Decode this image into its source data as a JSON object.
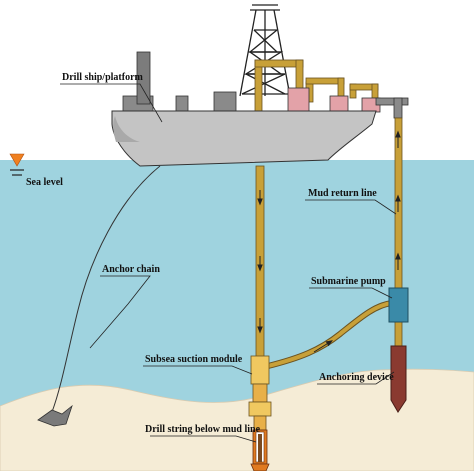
{
  "labels": {
    "drill_ship": "Drill ship/platform",
    "sea_level": "Sea level",
    "mud_return_line": "Mud return line",
    "anchor_chain": "Anchor chain",
    "submarine_pump": "Submarine pump",
    "subsea_suction_module": "Subsea suction module",
    "anchoring_device": "Anchoring device",
    "drill_string_below_mud_line": "Drill string below mud line"
  },
  "colors": {
    "sea": "#9fd3df",
    "seabed": "#f5ecd6",
    "hull": "#c4c4c4",
    "pipe": "#c8a038",
    "pump": "#3a8aa8",
    "anchoring_device": "#8a3a30",
    "pink_unit": "#e3a2a8",
    "sea_level_marker": "#f08020"
  },
  "icons": {
    "sea_level_marker": "sea-level-triangle-icon",
    "anchor": "anchor-icon",
    "derrick": "derrick-tower-icon"
  }
}
